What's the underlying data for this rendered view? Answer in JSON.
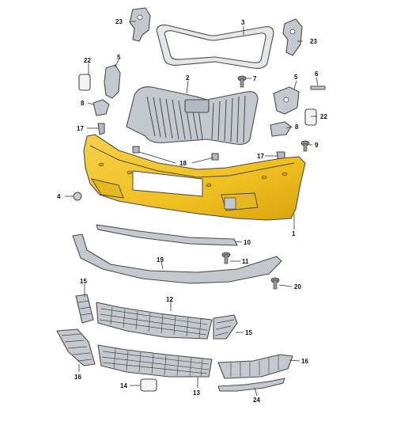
{
  "callouts": {
    "p1": "1",
    "p2": "2",
    "p3": "3",
    "p4": "4",
    "p5a": "5",
    "p5b": "5",
    "p6": "6",
    "p7": "7",
    "p8a": "8",
    "p8b": "8",
    "p9": "9",
    "p10": "10",
    "p11": "11",
    "p12": "12",
    "p13": "13",
    "p14": "14",
    "p15a": "15",
    "p15b": "15",
    "p16a": "16",
    "p16b": "16",
    "p17a": "17",
    "p17b": "17",
    "p18": "18",
    "p19": "19",
    "p20": "20",
    "p22a": "22",
    "p22b": "22",
    "p23a": "23",
    "p23b": "23",
    "p24": "24"
  },
  "colors": {
    "bumper": "#f0c020",
    "bumper_shade": "#d9a40e",
    "parts": "#c4c9cf",
    "outline": "#4a4a4a"
  }
}
